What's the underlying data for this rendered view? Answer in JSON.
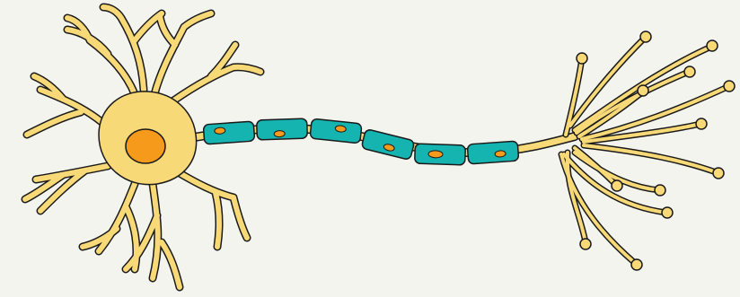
{
  "diagram": {
    "subject": "neuron",
    "colors": {
      "background": "#f4f4ef",
      "cytoplasm": "#f8d978",
      "nucleus": "#f59a1b",
      "myelin_sheath": "#15b4b0",
      "schwann_nucleus": "#f59a1b",
      "outline": "#1a1a1a"
    },
    "myelin_segment_count": 6,
    "terminal_bouton_count": 13
  }
}
